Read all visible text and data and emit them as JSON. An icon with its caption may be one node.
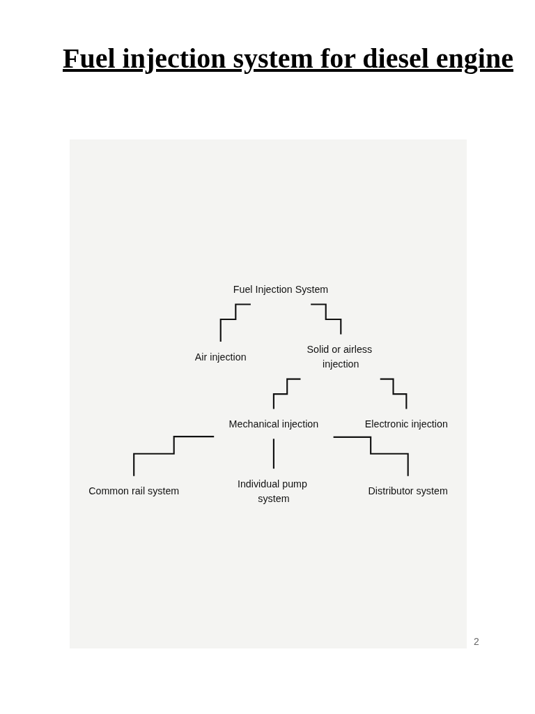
{
  "diagram": {
    "title": "Fuel injection system for diesel engine",
    "nodes": [
      {
        "text": [
          "Fuel Injection System"
        ]
      },
      {
        "text": [
          "Air injection"
        ]
      },
      {
        "text": [
          "Solid or airless injection"
        ]
      },
      {
        "text": [
          "Mechanical injection"
        ]
      },
      {
        "text": [
          "Electronic injection"
        ]
      },
      {
        "text": [
          "Common rail system"
        ]
      },
      {
        "text": [
          "Individual pump system"
        ]
      },
      {
        "text": [
          "Distributor system"
        ]
      }
    ],
    "edges": [
      {
        "from": 0,
        "to": 1,
        "arrow": "none"
      },
      {
        "from": 0,
        "to": 2,
        "arrow": "none"
      },
      {
        "from": 2,
        "to": 3,
        "arrow": "none"
      },
      {
        "from": 2,
        "to": 4,
        "arrow": "none"
      },
      {
        "from": 3,
        "to": 5,
        "arrow": "none"
      },
      {
        "from": 3,
        "to": 6,
        "arrow": "none"
      },
      {
        "from": 3,
        "to": 7,
        "arrow": "none"
      }
    ],
    "labels": [
      "2"
    ]
  }
}
